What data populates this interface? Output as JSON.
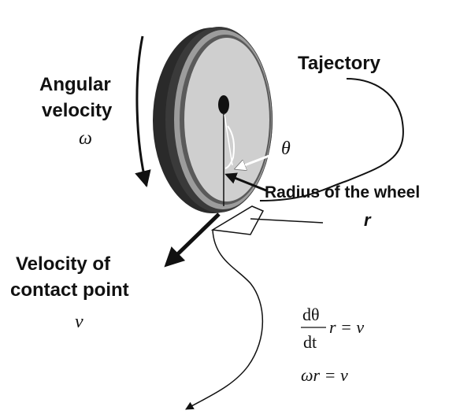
{
  "labels": {
    "trajectory": "Tajectory",
    "angular_line1": "Angular",
    "angular_line2": "velocity",
    "omega": "ω",
    "theta": "θ",
    "radius": "Radius of the wheel",
    "radius_symbol": "r",
    "velocity_line1": "Velocity of",
    "velocity_line2": "contact point",
    "v_symbol": "ν"
  },
  "equations": {
    "frac_num": "dθ",
    "frac_den": "dt",
    "eq1_rhs": "r = v",
    "eq2": "ωr = v"
  },
  "colors": {
    "tire": "#2a2a2a",
    "rim": "#9c9c9c",
    "disc": "#cfcfcf",
    "ink": "#111111"
  }
}
